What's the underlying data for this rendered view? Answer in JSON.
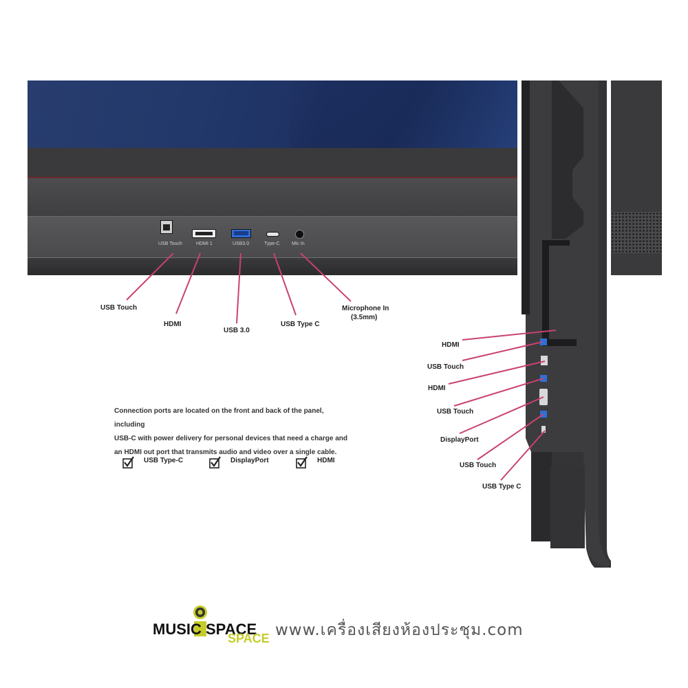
{
  "front_ports": {
    "usb_touch": "USB Touch",
    "hdmi1": "HDMI 1",
    "usb30": "USB3.0",
    "typec": "Type-C",
    "mic": "Mic  In"
  },
  "front_callouts": {
    "usb_touch": "USB Touch",
    "hdmi": "HDMI",
    "usb30": "USB 3.0",
    "usb_type_c": "USB Type C",
    "mic_line1": "Microphone In",
    "mic_line2": "(3.5mm)"
  },
  "side_callouts": {
    "hdmi_a": "HDMI",
    "usb_touch_a": "USB Touch",
    "hdmi_b": "HDMI",
    "usb_touch_b": "USB Touch",
    "displayport": "DisplayPort",
    "usb_touch_c": "USB Touch",
    "usb_type_c": "USB Type C"
  },
  "description": {
    "line1": "Connection ports are located on the front and back of the panel, including",
    "line2": "USB-C with power delivery for personal devices that need a charge and",
    "line3": "an HDMI out port that transmits audio and video over a single cable."
  },
  "checklist": [
    "USB Type-C",
    "DisplayPort",
    "HDMI"
  ],
  "brand": {
    "main": "MUSIC SPACE",
    "sub": "SPACE",
    "url": "www.เครื่องเสียงห้องประชุม.com"
  },
  "colors": {
    "callout_line": "#c9426e",
    "brand_accent": "#c5cc2a",
    "screen_blue": "#22386a"
  }
}
